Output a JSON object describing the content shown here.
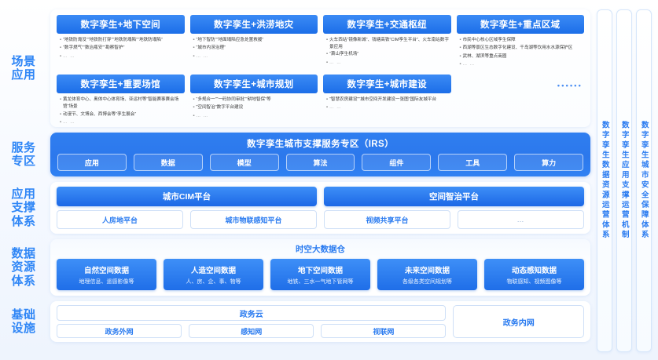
{
  "rows": {
    "scenario_label": "场景\n应用",
    "service_label": "服务\n专区",
    "appsupport_label": "应用\n支撑\n体系",
    "dataresource_label": "数据\n资源\n体系",
    "infrastructure_label": "基础\n设施"
  },
  "scenario": {
    "ellipsis_dots": "••••••",
    "cards": [
      {
        "title": "数字孪生+地下空间",
        "bullets": [
          "“地铁防淹没”“地铁防打穿”“地铁防塌陷”“地铁防塌陷”",
          "“数字燃气”“数治瓶安”“勘察智护”",
          "…  …"
        ]
      },
      {
        "title": "数字孪生+洪涝地灾",
        "bullets": [
          "“地下智防”“地面塌陷应急处置救援”",
          "“城市内涝治理”",
          "…  …"
        ]
      },
      {
        "title": "数字孪生+交通枢纽",
        "bullets": [
          "火车西站“镜像新城”、钱塘高铁“CIM孪生平台”、火车南站数字景应用",
          "“萧山孪生机场”",
          "…  …"
        ]
      },
      {
        "title": "数字孪生+重点区域",
        "bullets": [
          "市民中心核心区域孪生保障",
          "西湖等景区生态数字化建设、千岛湖等饮用水水源保护区",
          "武林、湖滨等重点商圈",
          "…  …"
        ]
      },
      {
        "title": "数字孪生+重要场馆",
        "bullets": [
          "黄龙体育中心、奥体中心体育场、亚运村等“智能赛事赛会场馆”场景",
          "动漫节、文博会、西博会等“孪生展会”",
          "…  …"
        ]
      },
      {
        "title": "数字孪生+城市规划",
        "bullets": [
          "“多规合一”“一码协同审批”“耕地智保”等",
          "“空间智治”数字平台建设",
          "…  …"
        ]
      },
      {
        "title": "数字孪生+城市建设",
        "bullets": [
          "“智慧农房建设”“城市空间开发建设一张图”国际友城平台",
          "…  …"
        ]
      }
    ]
  },
  "service_zone": {
    "title": "数字孪生城市支撑服务专区（IRS）",
    "pills": [
      "应用",
      "数据",
      "模型",
      "算法",
      "组件",
      "工具",
      "算力"
    ]
  },
  "app_support": {
    "platforms_main": [
      "城市CIM平台",
      "空间智治平台"
    ],
    "platforms_sub": [
      "人房地平台",
      "城市物联感知平台",
      "视频共享平台",
      "…"
    ]
  },
  "data_resource": {
    "title": "时空大数据仓",
    "cards": [
      {
        "title": "自然空间数据",
        "subtitle": "地理信息、遥感影像等"
      },
      {
        "title": "人造空间数据",
        "subtitle": "人、房、企、事、物等"
      },
      {
        "title": "地下空间数据",
        "subtitle": "地铁、三水一气地下管网等"
      },
      {
        "title": "未来空间数据",
        "subtitle": "各级各类空间规划等"
      },
      {
        "title": "动态感知数据",
        "subtitle": "物联感知、视频图像等"
      }
    ]
  },
  "infrastructure": {
    "cloud": "政务云",
    "networks": [
      "政务外网",
      "感知网",
      "视联网"
    ],
    "intranet": "政务内网"
  },
  "pillars": [
    "数字孪生数据资源运营体系",
    "数字孪生应用支撑运营机制",
    "数字孪生城市安全保障体系"
  ],
  "colors": {
    "accent": "#2a7bf0",
    "header_blue": "#1c6ee8",
    "panel_white": "#ffffff",
    "border_light": "#cfe0f7"
  }
}
